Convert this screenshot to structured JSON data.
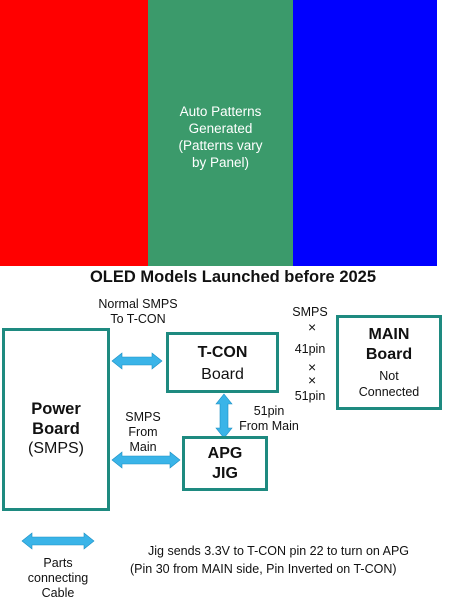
{
  "panel": {
    "colors": {
      "red": "#ff0000",
      "green": "#3b9a6b",
      "blue": "#0000ff"
    },
    "pattern_text": [
      "Auto Patterns",
      "Generated",
      "(Patterns vary",
      "by Panel)"
    ]
  },
  "title": "OLED Models Launched before 2025",
  "diagram": {
    "accent_color": "#1e8a80",
    "arrow_color": "#3ab4e8",
    "power_board": {
      "line1": "Power",
      "line2": "Board",
      "line3": "(SMPS)"
    },
    "tcon": {
      "line1": "T-CON",
      "line2": "Board"
    },
    "apg": {
      "line1": "APG",
      "line2": "JIG"
    },
    "main_board": {
      "line1": "MAIN",
      "line2": "Board",
      "line3": "Not",
      "line4": "Connected"
    },
    "labels": {
      "normal_smps": [
        "Normal SMPS",
        "To T-CON"
      ],
      "smps_from_main": [
        "SMPS",
        "From",
        "Main"
      ],
      "pin51_from_main": [
        "51pin",
        "From Main"
      ],
      "smps": "SMPS",
      "pin41": "41pin",
      "pin51": "51pin",
      "x_mark": "×"
    }
  },
  "legend": {
    "label": [
      "Parts",
      "connecting",
      "Cable"
    ]
  },
  "note": [
    "Jig sends 3.3V to T-CON pin 22 to turn on APG",
    "(Pin 30 from MAIN side, Pin Inverted on T-CON)"
  ]
}
